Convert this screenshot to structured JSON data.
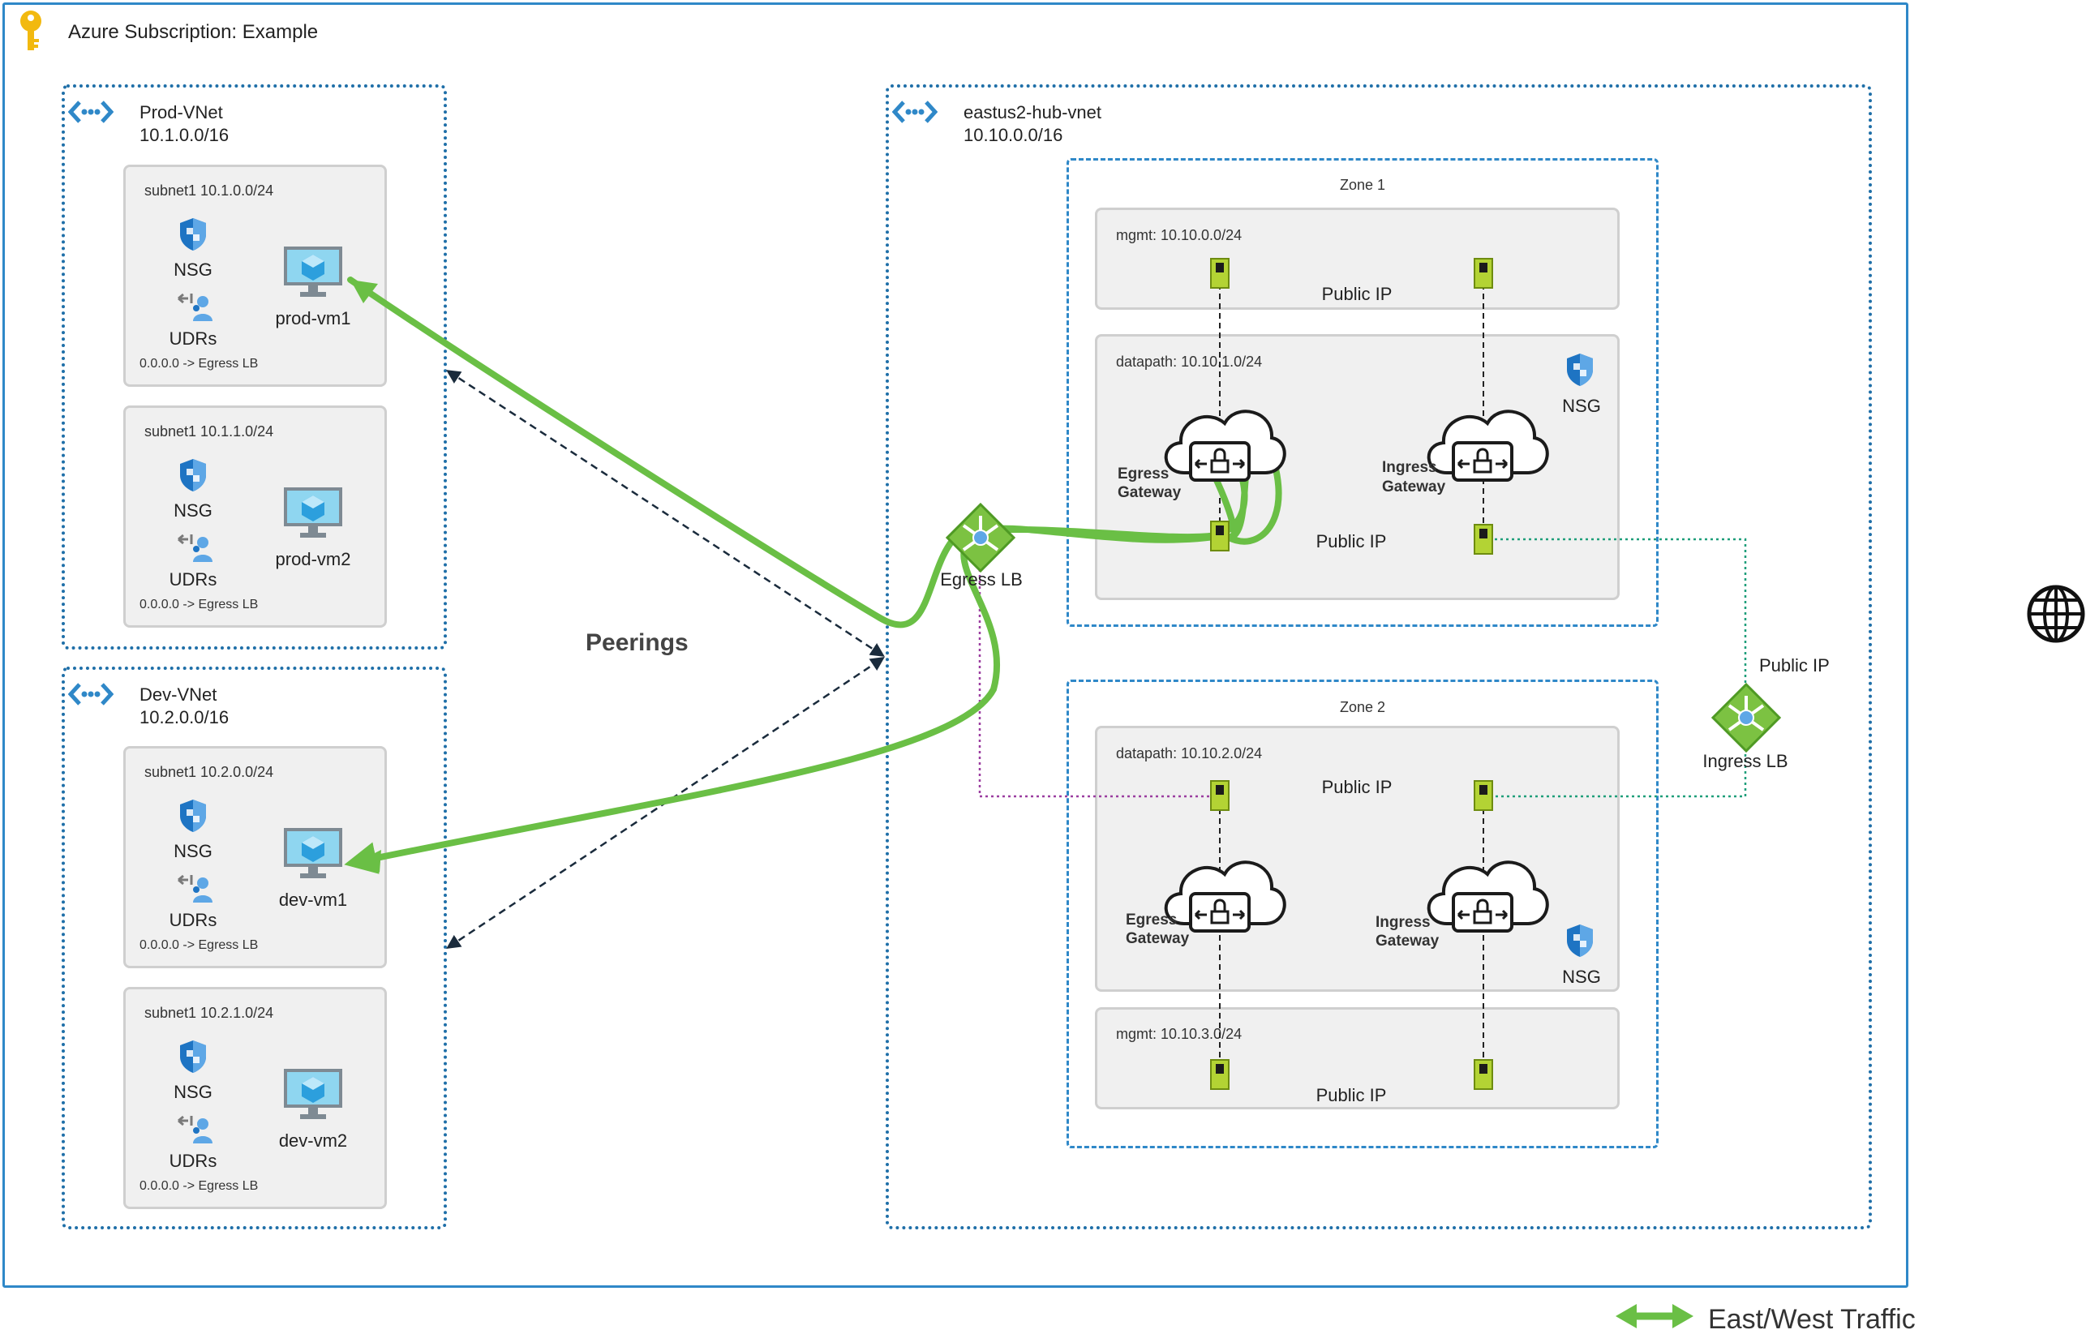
{
  "subscription": {
    "title": "Azure Subscription: Example"
  },
  "prod_vnet": {
    "name": "Prod-VNet",
    "cidr": "10.1.0.0/16"
  },
  "dev_vnet": {
    "name": "Dev-VNet",
    "cidr": "10.2.0.0/16"
  },
  "hub_vnet": {
    "name": "eastus2-hub-vnet",
    "cidr": "10.10.0.0/16"
  },
  "subnets": {
    "prod1": {
      "label": "subnet1  10.1.0.0/24",
      "vm": "prod-vm1",
      "route": "0.0.0.0 -> Egress LB"
    },
    "prod2": {
      "label": "subnet1  10.1.1.0/24",
      "vm": "prod-vm2",
      "route": "0.0.0.0 -> Egress LB"
    },
    "dev1": {
      "label": "subnet1  10.2.0.0/24",
      "vm": "dev-vm1",
      "route": "0.0.0.0 -> Egress LB"
    },
    "dev2": {
      "label": "subnet1  10.2.1.0/24",
      "vm": "dev-vm2",
      "route": "0.0.0.0 -> Egress LB"
    }
  },
  "labels": {
    "nsg": "NSG",
    "udrs": "UDRs",
    "peerings": "Peerings",
    "public_ip": "Public IP",
    "egress_lb": "Egress LB",
    "ingress_lb": "Ingress LB",
    "egress_gw_1": "Egress",
    "egress_gw_2": "Gateway",
    "ingress_gw_1": "Ingress",
    "ingress_gw_2": "Gateway"
  },
  "zones": {
    "zone1": {
      "title": "Zone 1",
      "mgmt": "mgmt: 10.10.0.0/24",
      "datapath": "datapath: 10.10.1.0/24"
    },
    "zone2": {
      "title": "Zone 2",
      "mgmt": "mgmt: 10.10.3.0/24",
      "datapath": "datapath: 10.10.2.0/24"
    }
  },
  "legend": {
    "east_west": "East/West Traffic"
  },
  "colors": {
    "frame": "#2f88c8",
    "traffic": "#6abf45",
    "peering": "#1a2b3c",
    "ingress_path": "#1f9e7a",
    "egress_path": "#9b3ea0",
    "nic": "#b3d334"
  }
}
